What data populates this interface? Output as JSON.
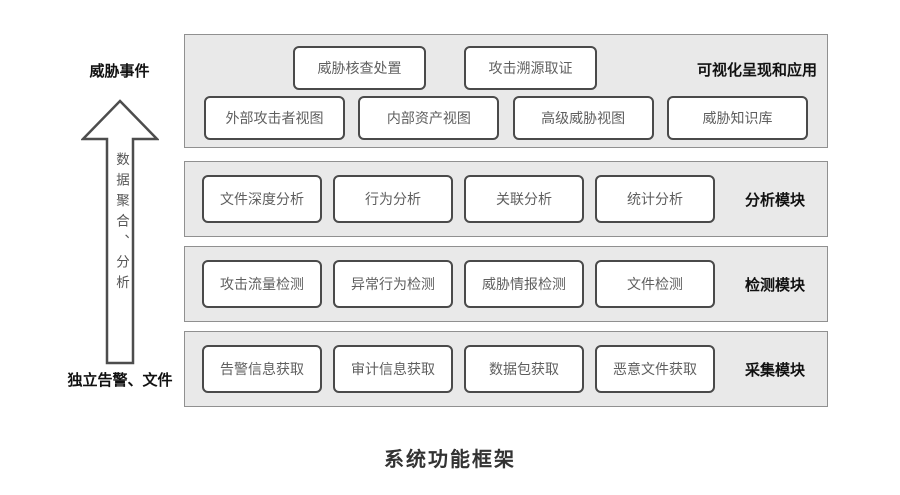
{
  "page": {
    "title": "系统功能框架"
  },
  "left_flow": {
    "top_label": "威胁事件",
    "arrow_label": "数据聚合、分析",
    "bottom_label": "独立告警、文件"
  },
  "layers": [
    {
      "label": "可视化呈现和应用",
      "rows": [
        [
          "威胁核查处置",
          "攻击溯源取证"
        ],
        [
          "外部攻击者视图",
          "内部资产视图",
          "高级威胁视图",
          "威胁知识库"
        ]
      ]
    },
    {
      "label": "分析模块",
      "boxes": [
        "文件深度分析",
        "行为分析",
        "关联分析",
        "统计分析"
      ]
    },
    {
      "label": "检测模块",
      "boxes": [
        "攻击流量检测",
        "异常行为检测",
        "威胁情报检测",
        "文件检测"
      ]
    },
    {
      "label": "采集模块",
      "boxes": [
        "告警信息获取",
        "审计信息获取",
        "数据包获取",
        "恶意文件获取"
      ]
    }
  ],
  "colors": {
    "band_background": "#e9e9e9",
    "band_border": "#909090",
    "box_border": "#4a4a4a",
    "box_text": "#5f5f5f",
    "label_text": "#111111",
    "arrow_outline": "#4d4d4d"
  }
}
